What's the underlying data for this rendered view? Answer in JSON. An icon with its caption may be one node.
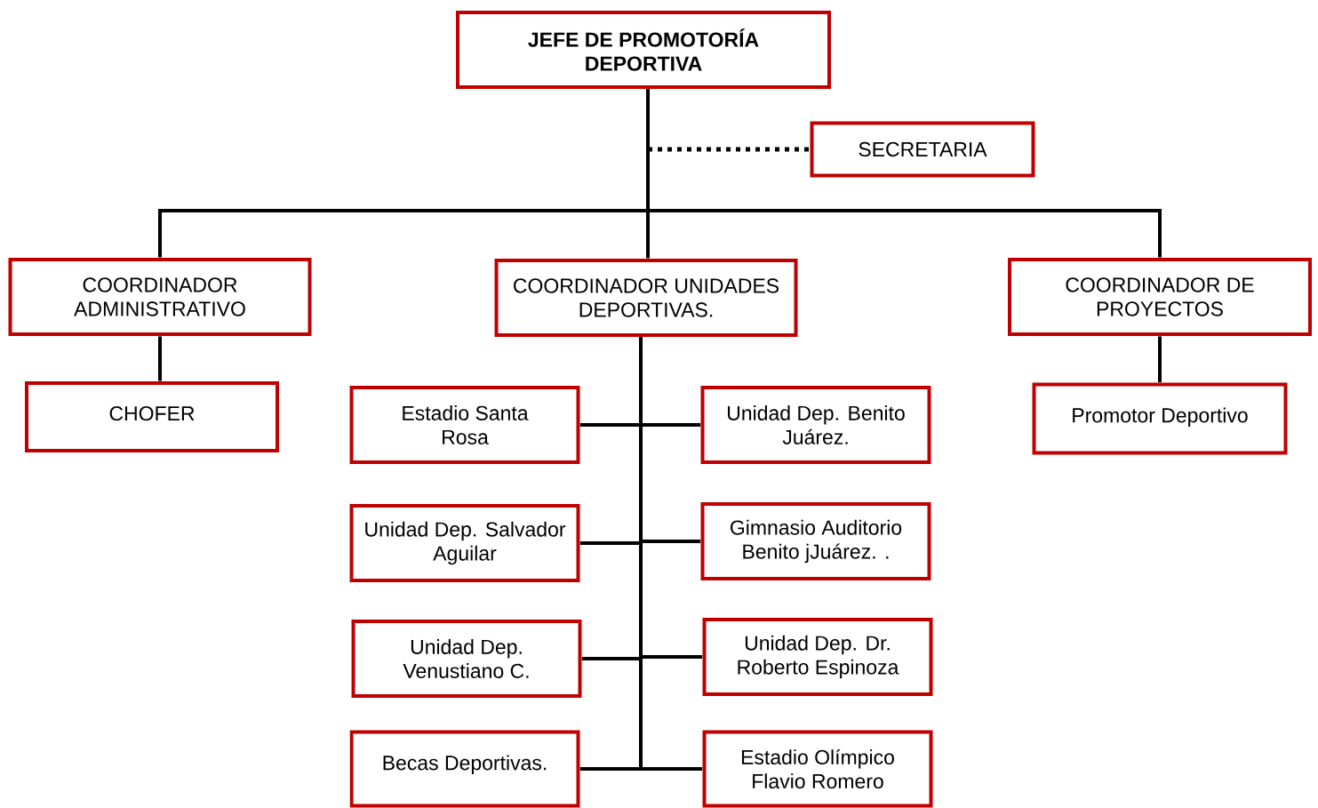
{
  "diagram": {
    "nodes": [
      {
        "text": [
          "JEFE DE PROMOTORÍA DEPORTIVA"
        ]
      },
      {
        "text": [
          "SECRETARIA"
        ]
      },
      {
        "text": [
          "COORDINADOR ADMINISTRATIVO"
        ]
      },
      {
        "text": [
          "COORDINADOR UNIDADES DEPORTIVAS."
        ]
      },
      {
        "text": [
          "COORDINADOR DE PROYECTOS"
        ]
      },
      {
        "text": [
          "CHOFER"
        ]
      },
      {
        "text": [
          "Estadio Santa Rosa"
        ]
      },
      {
        "text": [
          "Unidad Dep. Benito Juárez."
        ]
      },
      {
        "text": [
          "Unidad Dep. Salvador Aguilar"
        ]
      },
      {
        "text": [
          "Gimnasio Auditorio Benito  jJuárez. ."
        ]
      },
      {
        "text": [
          "Unidad Dep. Venustiano C."
        ]
      },
      {
        "text": [
          "Unidad Dep. Dr. Roberto Espinoza"
        ]
      },
      {
        "text": [
          "Becas Deportivas."
        ]
      },
      {
        "text": [
          "Estadio Olímpico Flavio Romero"
        ]
      },
      {
        "text": [
          "Promotor Deportivo"
        ]
      }
    ],
    "edges": [
      {
        "from": 0,
        "to": 1,
        "arrow": "none",
        "style": "dashed"
      },
      {
        "from": 0,
        "to": 2,
        "arrow": "none"
      },
      {
        "from": 0,
        "to": 3,
        "arrow": "none"
      },
      {
        "from": 0,
        "to": 4,
        "arrow": "none"
      },
      {
        "from": 2,
        "to": 5,
        "arrow": "none"
      },
      {
        "from": 3,
        "to": 6,
        "arrow": "none"
      },
      {
        "from": 3,
        "to": 7,
        "arrow": "none"
      },
      {
        "from": 3,
        "to": 8,
        "arrow": "none"
      },
      {
        "from": 3,
        "to": 9,
        "arrow": "none"
      },
      {
        "from": 3,
        "to": 10,
        "arrow": "none"
      },
      {
        "from": 3,
        "to": 11,
        "arrow": "none"
      },
      {
        "from": 3,
        "to": 12,
        "arrow": "none"
      },
      {
        "from": 3,
        "to": 13,
        "arrow": "none"
      },
      {
        "from": 4,
        "to": 14,
        "arrow": "none"
      }
    ]
  }
}
